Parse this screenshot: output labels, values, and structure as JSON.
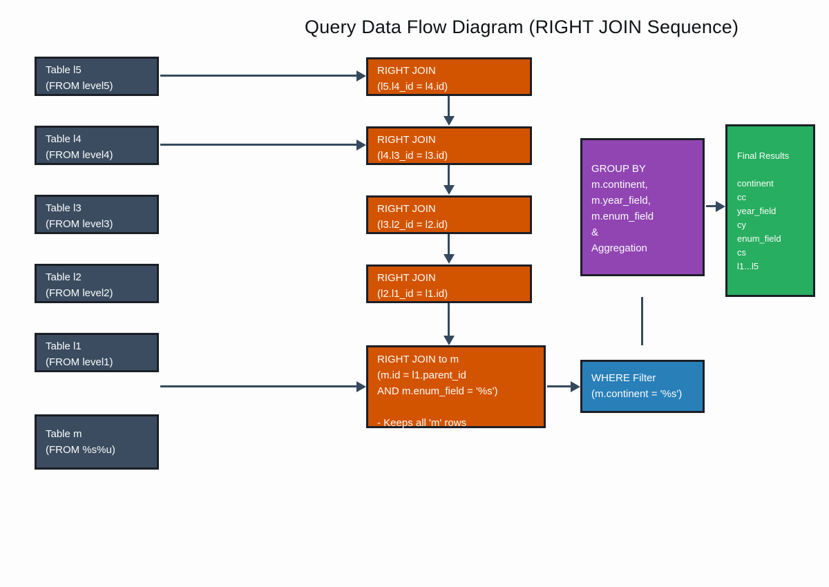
{
  "title": "Query Data Flow Diagram (RIGHT JOIN Sequence)",
  "colors": {
    "table_fill": "#3b4c60",
    "join_fill": "#d35400",
    "where_fill": "#2980b9",
    "group_fill": "#9045b2",
    "final_fill": "#27ae60",
    "arrow": "#34495e",
    "border": "#1b1f26",
    "text": "#fafbfb",
    "background": "#fdfdfd"
  },
  "nodes": {
    "table_l5": {
      "label": "Table l5",
      "sub": "(FROM level5)"
    },
    "table_l4": {
      "label": "Table l4",
      "sub": "(FROM level4)"
    },
    "table_l3": {
      "label": "Table l3",
      "sub": "(FROM level3)"
    },
    "table_l2": {
      "label": "Table l2",
      "sub": "(FROM level2)"
    },
    "table_l1": {
      "label": "Table l1",
      "sub": "(FROM level1)"
    },
    "table_m": {
      "label": "Table m",
      "sub": "(FROM %s%u)"
    },
    "join_l5_l4": {
      "label": "RIGHT JOIN",
      "sub": "(l5.l4_id = l4.id)"
    },
    "join_l4_l3": {
      "label": "RIGHT JOIN",
      "sub": "(l4.l3_id = l3.id)"
    },
    "join_l3_l2": {
      "label": "RIGHT JOIN",
      "sub": "(l3.l2_id = l2.id)"
    },
    "join_l2_l1": {
      "label": "RIGHT JOIN",
      "sub": "(l2.l1_id = l1.id)"
    },
    "join_m": {
      "lines": [
        "RIGHT JOIN to m",
        "(m.id = l1.parent_id",
        "AND m.enum_field = '%s')",
        "",
        "- Keeps all 'm' rows"
      ]
    },
    "where_filter": {
      "label": "WHERE Filter",
      "sub": "(m.continent = '%s')"
    },
    "group_by": {
      "lines": [
        "GROUP BY",
        "m.continent,",
        "m.year_field,",
        "m.enum_field",
        "&",
        "Aggregation"
      ]
    },
    "final_results": {
      "lines": [
        "Final Results",
        "",
        "continent",
        "cc",
        "year_field",
        "cy",
        "enum_field",
        "cs",
        "l1...l5"
      ]
    }
  }
}
